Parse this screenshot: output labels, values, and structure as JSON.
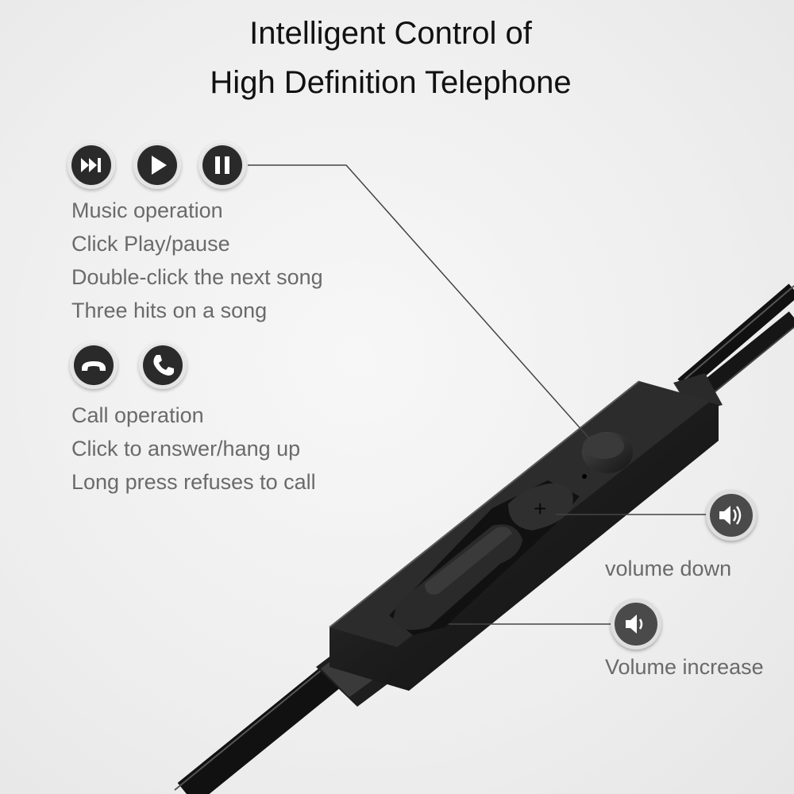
{
  "title": {
    "line1": "Intelligent Control of",
    "line2": "High Definition Telephone"
  },
  "music": {
    "icons": [
      "next-track-icon",
      "play-icon",
      "pause-icon"
    ],
    "lines": [
      "Music operation",
      "Click Play/pause",
      "Double-click the next song",
      "Three hits on a song"
    ]
  },
  "call": {
    "icons": [
      "hang-up-icon",
      "phone-answer-icon"
    ],
    "lines": [
      "Call operation",
      "Click to answer/hang up",
      "Long press refuses to call"
    ]
  },
  "volume": {
    "down_label": "volume down",
    "increase_label": "Volume increase",
    "icons": [
      "speaker-loud-icon",
      "speaker-quiet-icon"
    ]
  },
  "colors": {
    "icon_fill": "#2a2a2a",
    "text": "#6a6a6a",
    "title": "#111111",
    "device": "#1a1a1a"
  }
}
